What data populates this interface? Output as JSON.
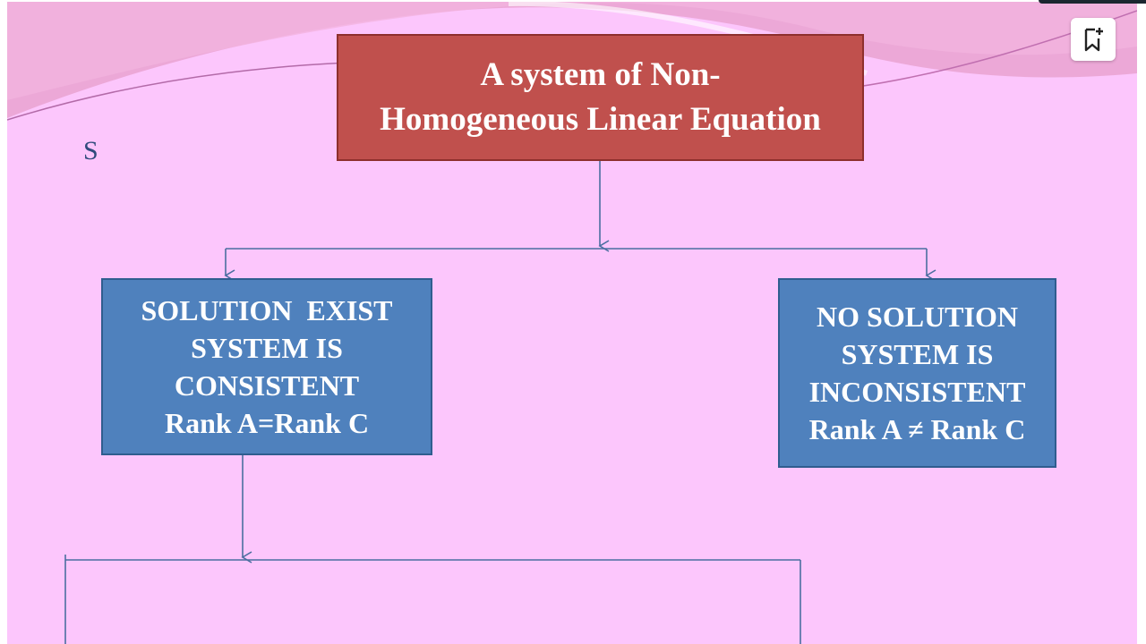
{
  "diagram": {
    "title_lines": [
      "A system of Non-",
      "Homogeneous Linear Equation"
    ],
    "stray_text": "S",
    "left_box_lines": [
      "SOLUTION  EXIST",
      "SYSTEM IS",
      "CONSISTENT",
      "Rank A=Rank C"
    ],
    "right_box_lines": [
      "NO SOLUTION",
      "SYSTEM IS",
      "INCONSISTENT",
      "Rank A ≠ Rank C"
    ]
  },
  "colors": {
    "background": "#fcc6fc",
    "title_box": "#c0504d",
    "blue_box": "#4f81bd",
    "connector": "#4a6ea0"
  },
  "controls": {
    "bookmark_icon": "bookmark-add-icon"
  }
}
